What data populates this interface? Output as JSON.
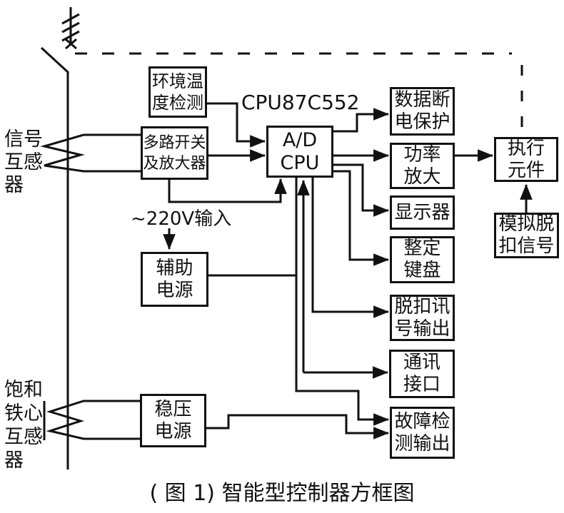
{
  "diagram": {
    "cpu_model_label": "CPU87C552",
    "mains_input_label": "~220V输入",
    "caption": "( 图 1) 智能型控制器方框图",
    "side_labels": {
      "signal_transformer": [
        "信号",
        "互感",
        "器"
      ],
      "saturated_core_transformer": [
        "饱和",
        "铁心",
        "互感",
        "器"
      ]
    },
    "boxes": {
      "env_temp": {
        "lines": [
          "环境温",
          "度检测"
        ]
      },
      "mux_amp": {
        "lines": [
          "多路开关",
          "及放大器"
        ]
      },
      "ad_cpu": {
        "lines": [
          "A/D",
          "CPU"
        ]
      },
      "aux_power": {
        "lines": [
          "辅助",
          "电源"
        ]
      },
      "reg_power": {
        "lines": [
          "稳压",
          "电源"
        ]
      },
      "data_protect": {
        "lines": [
          "数据断",
          "电保护"
        ]
      },
      "power_amp": {
        "lines": [
          "功率",
          "放大"
        ]
      },
      "display": {
        "lines": [
          "显示器"
        ]
      },
      "setting_keyboard": {
        "lines": [
          "整定",
          "键盘"
        ]
      },
      "trip_signal_out": {
        "lines": [
          "脱扣讯",
          "号输出"
        ]
      },
      "comm_interface": {
        "lines": [
          "通讯",
          "接口"
        ]
      },
      "fault_detect_out": {
        "lines": [
          "故障检",
          "测输出"
        ]
      },
      "actuator": {
        "lines": [
          "执行",
          "元件"
        ]
      },
      "sim_trip_signal": {
        "lines": [
          "模拟脱",
          "扣信号"
        ]
      }
    },
    "colors": {
      "line": "#111111",
      "background": "#ffffff",
      "text": "#111111"
    }
  }
}
